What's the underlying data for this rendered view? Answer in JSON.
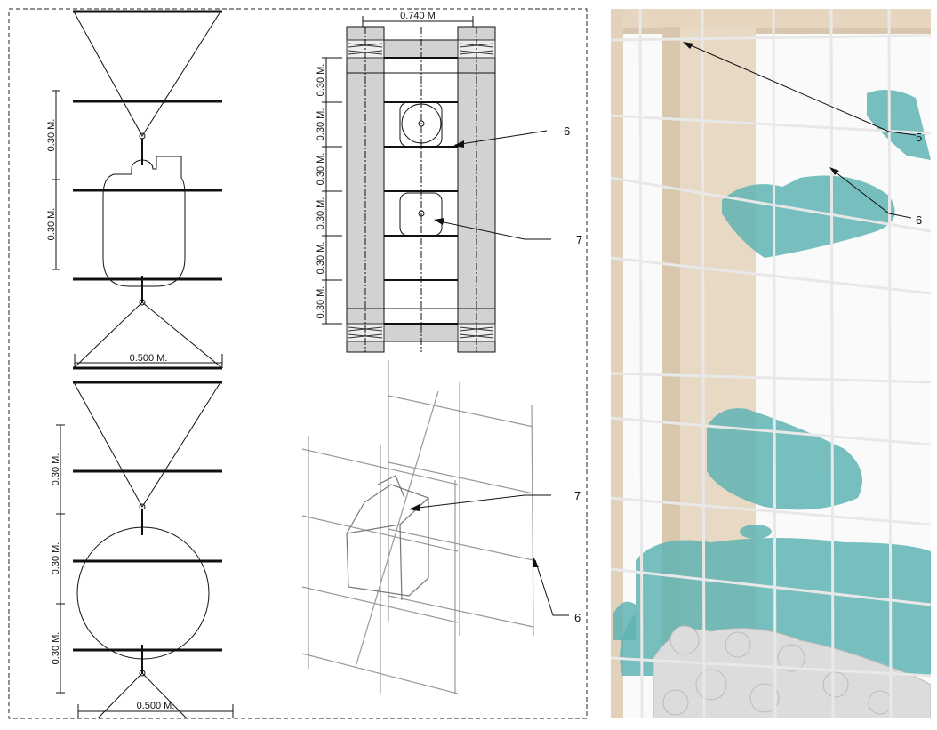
{
  "elevation_top": {
    "spacing_labels": [
      "0.30 M.",
      "0.30 M."
    ],
    "width_label": "0.500 M."
  },
  "elevation_bottom": {
    "spacing_labels": [
      "0.30 M.",
      "0.30 M.",
      "0.30 M."
    ],
    "width_label": "0.500 M."
  },
  "plan": {
    "width_label": "0.740 M",
    "spacing_labels": [
      "0.30 M.",
      "0.30 M.",
      "0.30 M.",
      "0.30 M.",
      "0.30 M.",
      "0.30 M."
    ],
    "callouts": [
      "6",
      "7"
    ]
  },
  "isometric": {
    "callouts": [
      "7",
      "6"
    ]
  },
  "render": {
    "callouts": [
      "5",
      "6"
    ],
    "colors": {
      "wood": "#e6d6c0",
      "glass": "#5fb3b3",
      "stone": "#d9d9d9",
      "mesh": "#eeeeee"
    }
  }
}
